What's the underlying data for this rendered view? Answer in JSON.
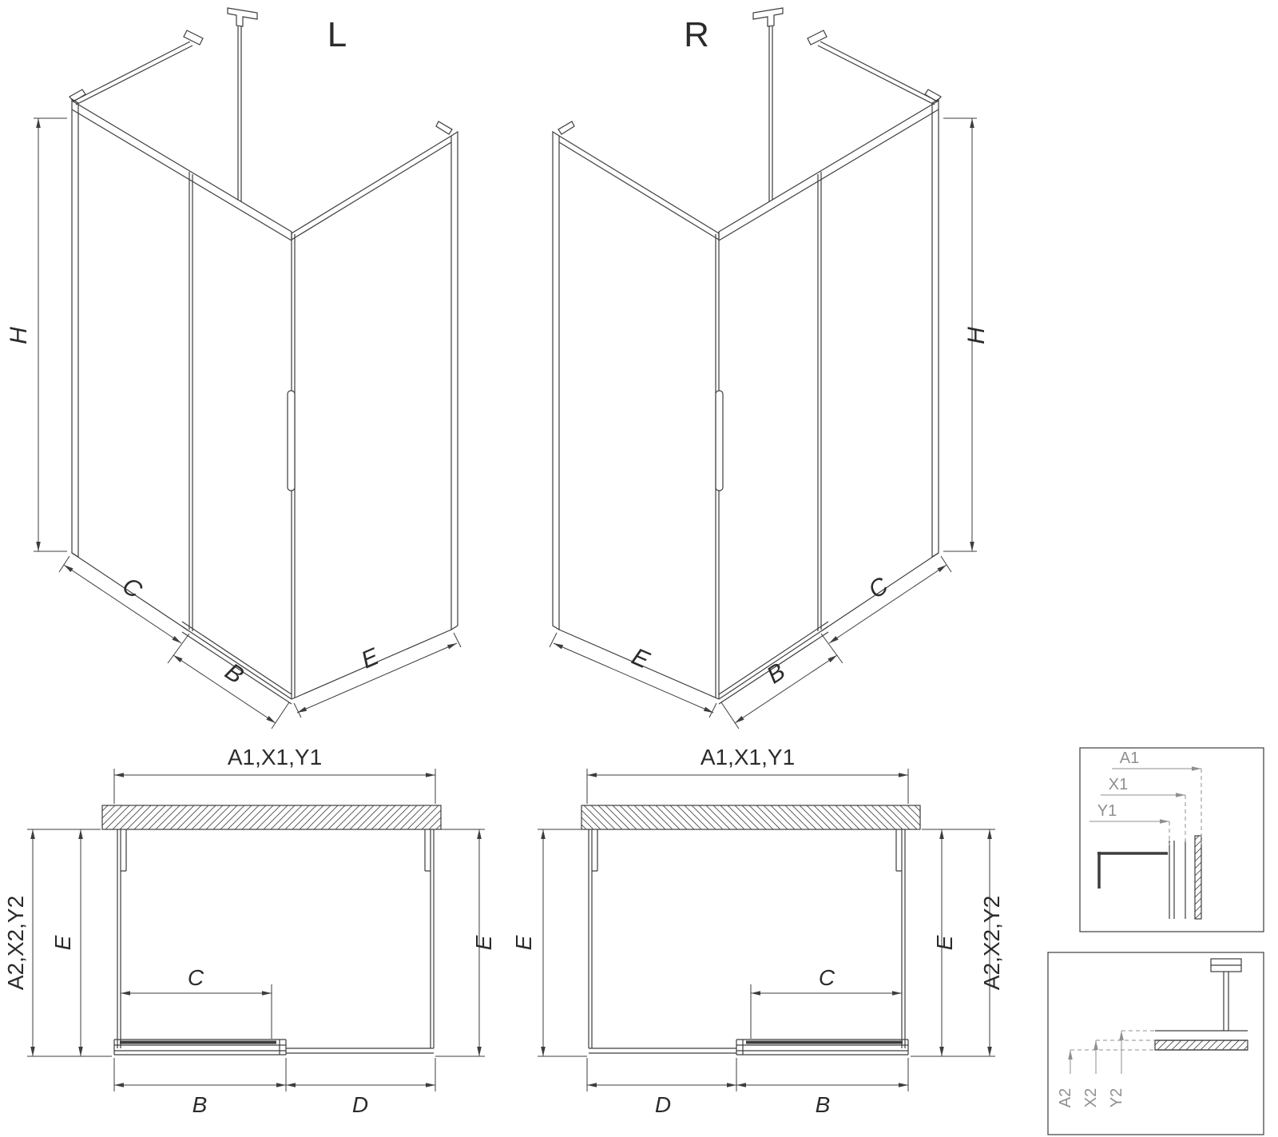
{
  "iso_left": {
    "title": "L",
    "dims": {
      "height": "H",
      "fixed": "C",
      "door": "B",
      "side": "E"
    }
  },
  "iso_right": {
    "title": "R",
    "dims": {
      "height": "H",
      "side": "E",
      "door": "B",
      "fixed": "C"
    }
  },
  "plan_left": {
    "top": "A1,X1,Y1",
    "outer_left": "A2,X2,Y2",
    "depth_left": "E",
    "depth_right": "E",
    "opening": "C",
    "door": "B",
    "fixed": "D"
  },
  "plan_right": {
    "top": "A1,X1,Y1",
    "outer_right": "A2,X2,Y2",
    "depth_left": "E",
    "depth_right": "E",
    "opening": "C",
    "fixed": "D",
    "door": "B"
  },
  "detail_top": {
    "a1": "A1",
    "x1": "X1",
    "y1": "Y1"
  },
  "detail_bottom": {
    "a2": "A2",
    "x2": "X2",
    "y2": "Y2"
  },
  "colors": {
    "line": "#3d3d3d",
    "label": "#2b2b2b",
    "detail_label": "#8f8f8f",
    "background": "#ffffff"
  }
}
